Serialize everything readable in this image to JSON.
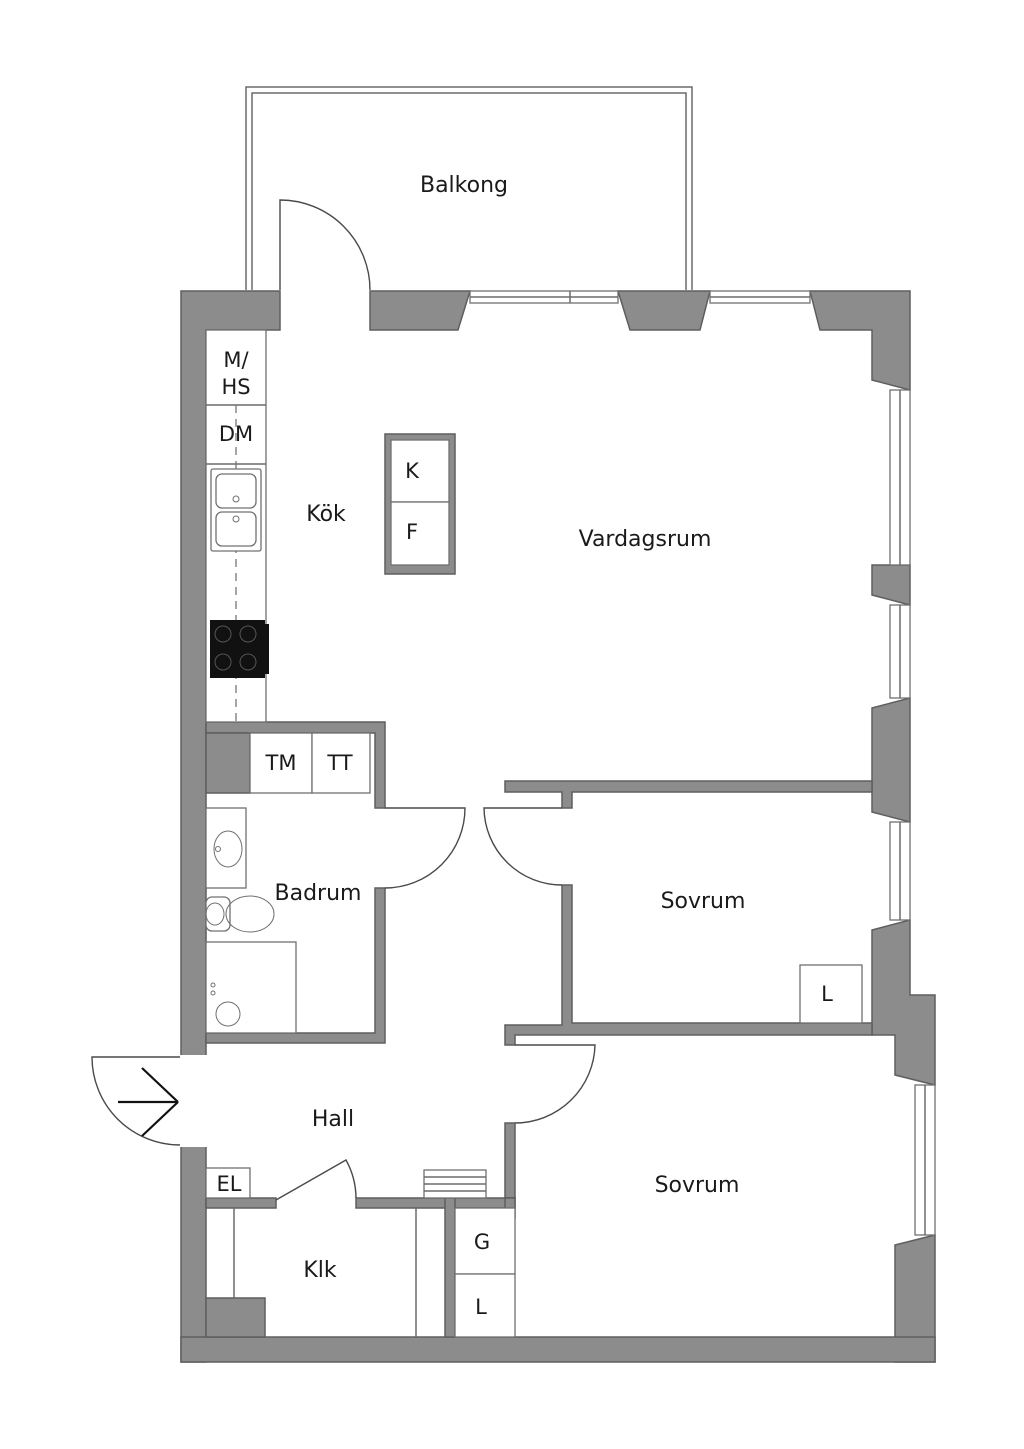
{
  "rooms": {
    "balkong": "Balkong",
    "kok": "Kök",
    "vardagsrum": "Vardagsrum",
    "badrum": "Badrum",
    "sovrum_1": "Sovrum",
    "sovrum_2": "Sovrum",
    "hall": "Hall",
    "klk": "Klk"
  },
  "fixtures": {
    "mhs_line1": "M/",
    "mhs_line2": "HS",
    "dm": "DM",
    "k": "K",
    "f": "F",
    "tm": "TM",
    "tt": "TT",
    "l_sovrum": "L",
    "el": "EL",
    "g": "G",
    "l_hall": "L"
  },
  "colors": {
    "wall": "#8c8c8c",
    "background": "#ffffff",
    "stove": "#111111"
  },
  "icons": [
    "sink-icon",
    "stove-icon",
    "washbasin-icon",
    "toilet-icon",
    "shower-drain-icon",
    "entrance-arrow-icon",
    "radiator-icon"
  ]
}
